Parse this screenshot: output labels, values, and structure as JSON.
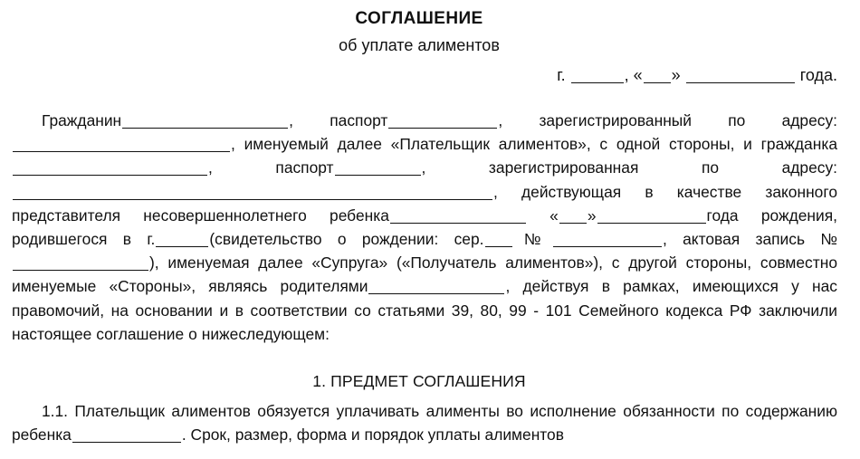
{
  "document": {
    "title": "СОГЛАШЕНИЕ",
    "subtitle": "об уплате алиментов",
    "date_line": {
      "city_prefix": "г.",
      "comma": ",",
      "quote_open": "«",
      "quote_close": "»",
      "year_suffix": "года."
    },
    "preamble": {
      "l1_a": "Гражданин",
      "l1_b": ", паспорт",
      "l1_c": ", зарегистрированный по адресу:",
      "l2_a": ", именуемый далее «Плательщик алиментов», с одной стороны, и гражданка",
      "l2_b": ", паспорт",
      "l2_c": ", зарегистрированная по адресу:",
      "l3_a": ", действующая в качестве законного представителя несовершеннолетнего ребенка",
      "l3_quote_open": "«",
      "l3_quote_close": "»",
      "l3_b": "года рождения, родившегося в г.",
      "l3_c": "(свидетельство о рождении: сер.",
      "l3_d": "№",
      "l4_a": ", актовая запись №",
      "l4_b": "), именуемая далее «Супруга» («Получатель алиментов»), с другой стороны, совместно именуемые «Стороны», являясь родителями",
      "l5_a": ", действуя в рамках, имеющихся у нас правомочий, на основании и в соответствии со статьями 39, 80, 99 - 101 Семейного кодекса РФ заключили настоящее соглашение о нижеследующем:"
    },
    "sections": [
      {
        "heading": "1. ПРЕДМЕТ СОГЛАШЕНИЯ",
        "clauses": [
          {
            "a": "1.1. Плательщик алиментов обязуется уплачивать алименты во исполнение обязанности по содержанию ребенка",
            "b": ". Срок, размер, форма и порядок уплаты алиментов"
          }
        ]
      }
    ]
  },
  "colors": {
    "page_background": "#ffffff",
    "text": "#111111",
    "rule": "#111111"
  }
}
